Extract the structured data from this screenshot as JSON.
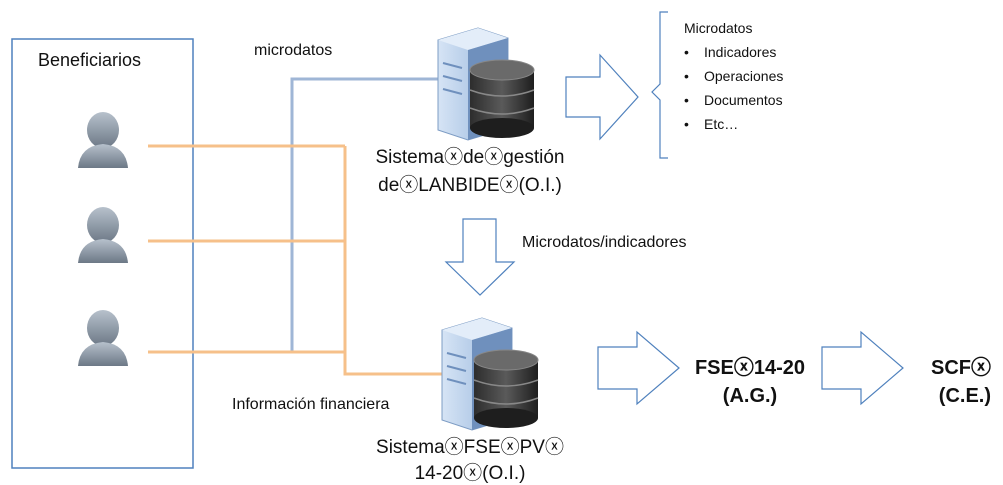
{
  "beneficiaries": {
    "title": "Beneficiarios"
  },
  "labels": {
    "microdatos": "microdatos",
    "microdatos_indicadores": "Microdatos/indicadores",
    "informacion_financiera": "Información financiera"
  },
  "system_lanbide": {
    "line1": "Sistemaⓧdeⓧgestión",
    "line2": "deⓧLANBIDEⓧ(O.I.)"
  },
  "system_fse_pv": {
    "line1": "SistemaⓧFSEⓧPVⓧ",
    "line2": "14-20ⓧ(O.I.)"
  },
  "fse_ag": {
    "line1": "FSEⓧ14-20",
    "line2": "(A.G.)"
  },
  "scf_ce": {
    "line1": "SCFⓧ",
    "line2": "(C.E.)"
  },
  "brace_list": {
    "heading": "Microdatos",
    "items": [
      "Indicadores",
      "Operaciones",
      "Documentos",
      "Etc…"
    ]
  },
  "colors": {
    "blue_line": "#9fb6d6",
    "orange_line": "#f6c08a",
    "arrow_stroke": "#4f81bd",
    "box_border": "#4f81bd",
    "person_fill": "#8a97a6",
    "server_fill": "#a9c3e8"
  }
}
